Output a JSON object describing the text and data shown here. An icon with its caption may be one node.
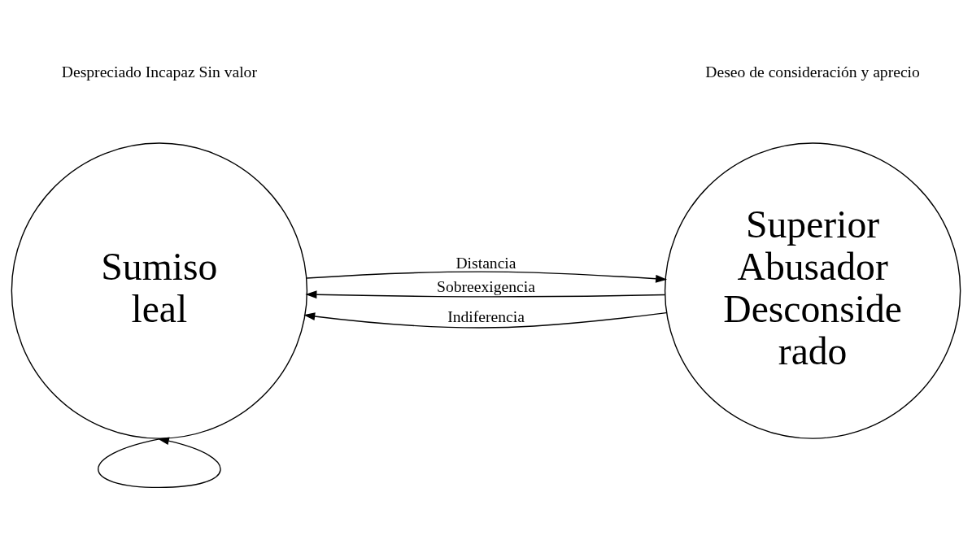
{
  "diagram": {
    "nodes": [
      {
        "text": [
          "Sumiso leal"
        ]
      },
      {
        "text": [
          "Superior Abusador Desconside rado"
        ]
      }
    ],
    "edges": [
      {
        "from": 1,
        "to": 0,
        "arrow": "to",
        "label": "Sobreexigencia"
      },
      {
        "from": 0,
        "to": 1,
        "arrow": "to",
        "label": "Distancia"
      },
      {
        "from": 1,
        "to": 0,
        "arrow": "to",
        "label": "Indiferencia"
      },
      {
        "from": 0,
        "to": 0,
        "arrow": "to"
      }
    ],
    "labels": [
      "Deseo de consideración y aprecio",
      "Despreciado Incapaz Sin valor"
    ]
  }
}
